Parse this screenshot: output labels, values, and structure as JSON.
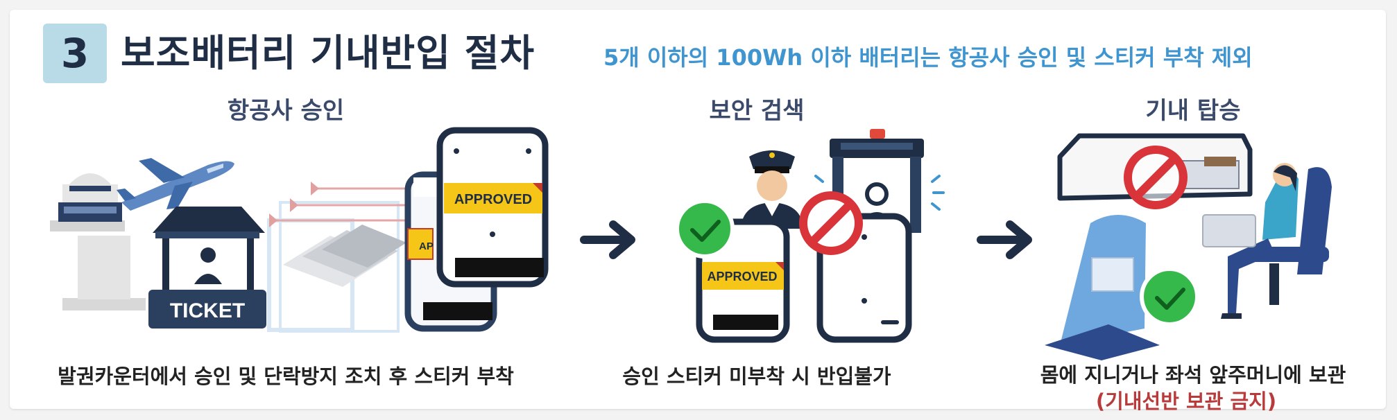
{
  "header": {
    "step_number": "3",
    "title": "보조배터리 기내반입 절차",
    "subtitle": "5개 이하의 100Wh 이하 배터리는 항공사 승인 및 스티커 부착 제외"
  },
  "steps": [
    {
      "title": "항공사 승인",
      "caption": "발권카운터에서 승인 및 단락방지 조치 후 스티커 부착",
      "ticket_label": "TICKET",
      "sticker_label": "APPROVED",
      "sticker_partial": "AP"
    },
    {
      "title": "보안 검색",
      "caption": "승인 스티커 미부착 시 반입불가",
      "sticker_label": "APPROVED"
    },
    {
      "title": "기내 탑승",
      "caption": "몸에 지니거나 좌석 앞주머니에 보관",
      "caption_note": "(기내선반 보관 금지)"
    }
  ],
  "colors": {
    "navy": "#1f2e45",
    "badge_bg": "#b9dbe8",
    "subtitle_blue": "#3f95cf",
    "check_green": "#35b94a",
    "prohibit_red": "#d8343a",
    "sticker_yellow": "#f5c518",
    "note_red": "#b93a3a"
  },
  "icons": [
    "airplane-icon",
    "control-tower-icon",
    "ticket-booth-icon",
    "power-bank-icon",
    "police-officer-icon",
    "metal-detector-icon",
    "check-icon",
    "prohibited-icon",
    "arrow-right-icon",
    "overhead-bin-icon",
    "passenger-seat-icon"
  ]
}
